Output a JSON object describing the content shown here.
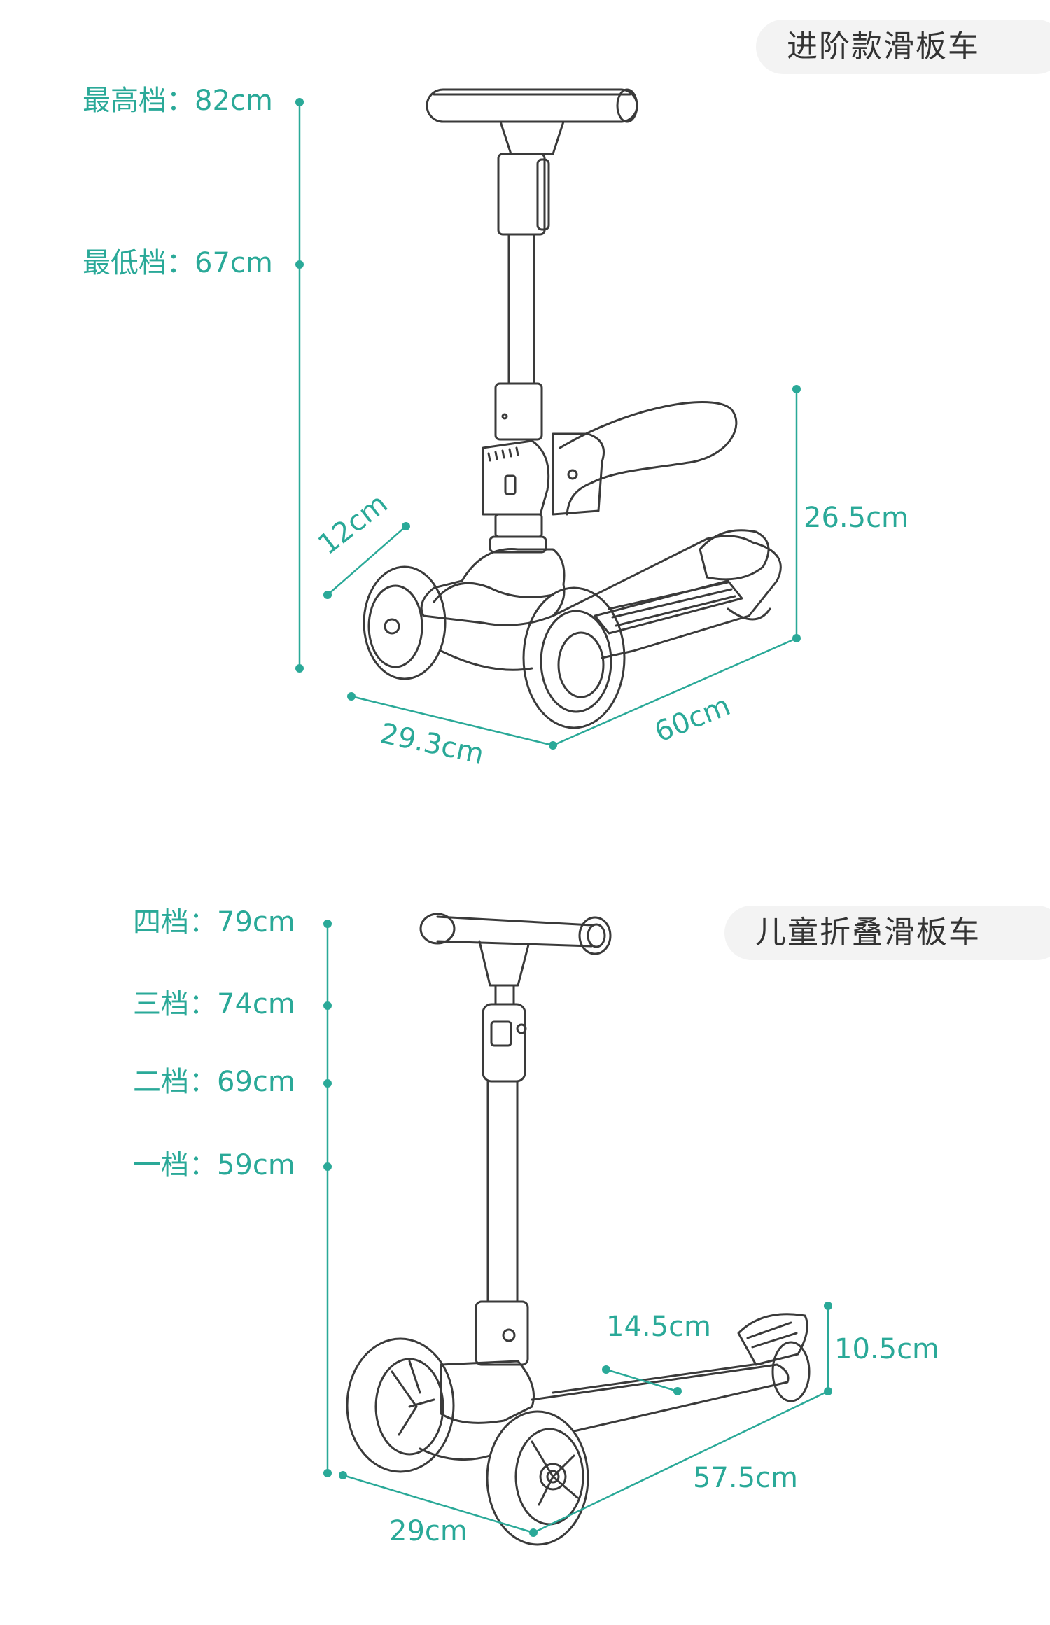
{
  "top_section": {
    "title": "进阶款滑板车",
    "height_max_label": "最高档：82cm",
    "height_min_label": "最低档：67cm",
    "seat_height_label": "26.5cm",
    "wheel_label": "12cm",
    "width_label": "29.3cm",
    "length_label": "60cm"
  },
  "bottom_section": {
    "title": "儿童折叠滑板车",
    "gear4_label": "四档：79cm",
    "gear3_label": "三档：74cm",
    "gear2_label": "二档：69cm",
    "gear1_label": "一档：59cm",
    "deck_width_label": "14.5cm",
    "rear_height_label": "10.5cm",
    "length_label": "57.5cm",
    "width_label": "29cm"
  },
  "colors": {
    "accent": "#2aa998",
    "outline": "#3a3a3a",
    "pill_bg": "#f3f3f3"
  }
}
